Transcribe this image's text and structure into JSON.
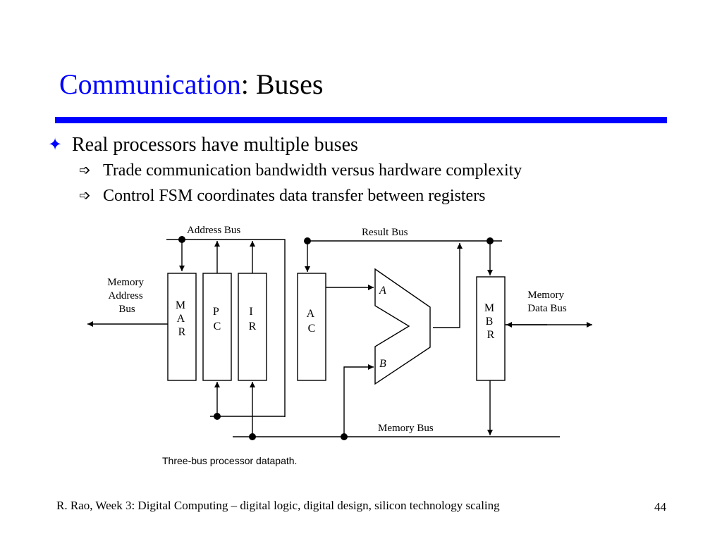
{
  "slide": {
    "title_highlight": "Communication",
    "title_rest": ": Buses",
    "bullet_main": "Real processors have multiple buses",
    "sub_bullets": [
      "Trade communication bandwidth versus hardware complexity",
      "Control FSM coordinates data transfer between registers"
    ],
    "footer": "R. Rao, Week 3: Digital Computing – digital logic, digital design, silicon technology scaling",
    "page_number": "44",
    "accent_color": "#0000ff"
  },
  "diagram": {
    "address_bus": "Address Bus",
    "result_bus": "Result Bus",
    "memory_bus": "Memory Bus",
    "memory_address_bus": [
      "Memory",
      "Address",
      "Bus"
    ],
    "memory_data_bus": [
      "Memory",
      "Data Bus"
    ],
    "registers": {
      "mar": [
        "M",
        "A",
        "R"
      ],
      "pc": [
        "P",
        "C"
      ],
      "ir": [
        "I",
        "R"
      ],
      "ac": [
        "A",
        "C"
      ],
      "mbr": [
        "M",
        "B",
        "R"
      ]
    },
    "alu_input_a": "A",
    "alu_input_b": "B",
    "caption": "Three-bus processor datapath."
  }
}
